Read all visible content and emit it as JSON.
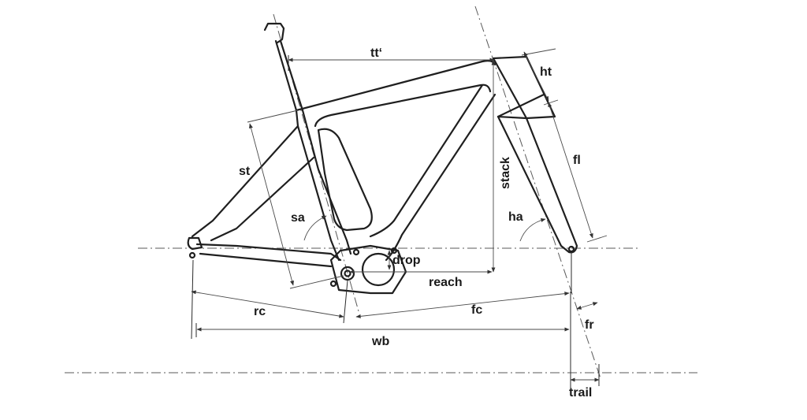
{
  "labels": {
    "tt": "tt‘",
    "ht": "ht",
    "st": "st",
    "fl": "fl",
    "stack": "stack",
    "sa": "sa",
    "ha": "ha",
    "drop": "drop",
    "reach": "reach",
    "rc": "rc",
    "fc": "fc",
    "fr": "fr",
    "wb": "wb",
    "trail": "trail"
  }
}
